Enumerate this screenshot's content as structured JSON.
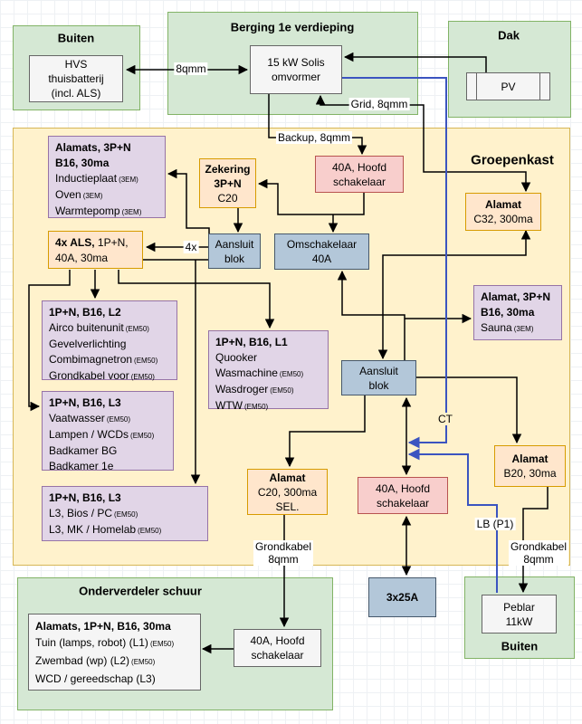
{
  "containers": {
    "buiten_tl": {
      "title": "Buiten"
    },
    "berging": {
      "title": "Berging 1e verdieping"
    },
    "dak": {
      "title": "Dak"
    },
    "groepenkast": {
      "title": "Groepenkast"
    },
    "schuur": {
      "title": "Onderverdeler schuur"
    },
    "buiten_br": {
      "title": "Buiten"
    }
  },
  "nodes": {
    "hvs": {
      "l1": "HVS",
      "l2": "thuisbatterij",
      "l3": "(incl. ALS)"
    },
    "omvormer": {
      "l1": "15 kW Solis",
      "l2": "omvormer"
    },
    "pv": {
      "l1": "PV"
    },
    "alamats3pn": {
      "l1": "Alamats, 3P+N",
      "l2": "B16, 30ma",
      "l3": "Inductieplaat",
      "l3s": "(3EM)",
      "l4": "Oven",
      "l4s": "(3EM)",
      "l5": "Warmtepomp",
      "l5s": "(3EM)"
    },
    "zekering": {
      "l1": "Zekering",
      "l2": "3P+N",
      "l3": "C20"
    },
    "hoofd_top": {
      "l1": "40A, Hoofd",
      "l2": "schakelaar"
    },
    "c32": {
      "l1": "Alamat",
      "l2": "C32, 300ma"
    },
    "als4x": {
      "l1b": "4x ALS,",
      "l1r": " 1P+N,",
      "l2": "40A, 30ma"
    },
    "aansluit_top": {
      "l1": "Aansluit",
      "l2": "blok"
    },
    "omschakelaar": {
      "l1": "Omschakelaar",
      "l2": "40A"
    },
    "l2box": {
      "l1": "1P+N, B16, L2",
      "l2": "Airco buitenunit",
      "l2s": "(EM50)",
      "l3": "Gevelverlichting",
      "l4": "Combimagnetron",
      "l4s": "(EM50)",
      "l5": "Grondkabel voor",
      "l5s": "(EM50)"
    },
    "sauna": {
      "l1": "Alamat, 3P+N",
      "l2": "B16, 30ma",
      "l3": "Sauna",
      "l3s": "(3EM)"
    },
    "l1box": {
      "l1": "1P+N, B16, L1",
      "l2": "Quooker",
      "l3": "Wasmachine",
      "l3s": "(EM50)",
      "l4": "Wasdroger",
      "l4s": "(EM50)",
      "l5": "WTW",
      "l5s": "(EM50)"
    },
    "aansluit_right": {
      "l1": "Aansluit",
      "l2": "blok"
    },
    "l3a": {
      "l1": "1P+N, B16, L3",
      "l2": "Vaatwasser",
      "l2s": "(EM50)",
      "l3": "Lampen / WCDs",
      "l3s": "(EM50)",
      "l4": "Badkamer BG",
      "l5": "Badkamer 1e"
    },
    "l3b": {
      "l1": "1P+N, B16, L3",
      "l2": "L3, Bios / PC",
      "l2s": "(EM50)",
      "l3": "L3, MK / Homelab",
      "l3s": "(EM50)"
    },
    "c20sel": {
      "l1": "Alamat",
      "l2": "C20, 300ma",
      "l3": "SEL."
    },
    "hoofd_bottom": {
      "l1": "40A, Hoofd",
      "l2": "schakelaar"
    },
    "b20": {
      "l1": "Alamat",
      "l2": "B20, 30ma"
    },
    "alamats_schuur": {
      "l1": "Alamats, 1P+N, B16, 30ma",
      "l2": "Tuin (lamps, robot) (L1)",
      "l2s": "(EM50)",
      "l3": "Zwembad (wp) (L2)",
      "l3s": "(EM50)",
      "l4": "WCD / gereedschap (L3)"
    },
    "hoofd_schuur": {
      "l1": "40A, Hoofd",
      "l2": "schakelaar"
    },
    "x3_25": {
      "l1": "3x25A"
    },
    "peblar": {
      "l1": "Peblar",
      "l2": "11kW"
    }
  },
  "labels": {
    "qmm8": "8qmm",
    "backup": "Backup, 8qmm",
    "grid": "Grid, 8qmm",
    "x4": "4x",
    "ct": "CT",
    "lb": "LB (P1)",
    "grond_l1": "Grondkabel",
    "grond_l2": "8qmm",
    "grond_r1": "Grondkabel",
    "grond_r2": "8qmm"
  },
  "colors": {
    "green_fill": "#d5e8d4",
    "green_stroke": "#82b366",
    "yellow_fill": "#fff2cc",
    "yellow_stroke": "#d6b656",
    "purple_fill": "#e1d5e7",
    "purple_stroke": "#9673a6",
    "orange_fill": "#ffe6cc",
    "orange_stroke": "#d79b00",
    "pink_fill": "#f8cecc",
    "pink_stroke": "#b85450",
    "bluegray_fill": "#b3c7d9",
    "bluegray_stroke": "#46586b",
    "white_fill": "#f5f5f5",
    "wire_black": "#000000",
    "wire_blue": "#3b54c0"
  }
}
